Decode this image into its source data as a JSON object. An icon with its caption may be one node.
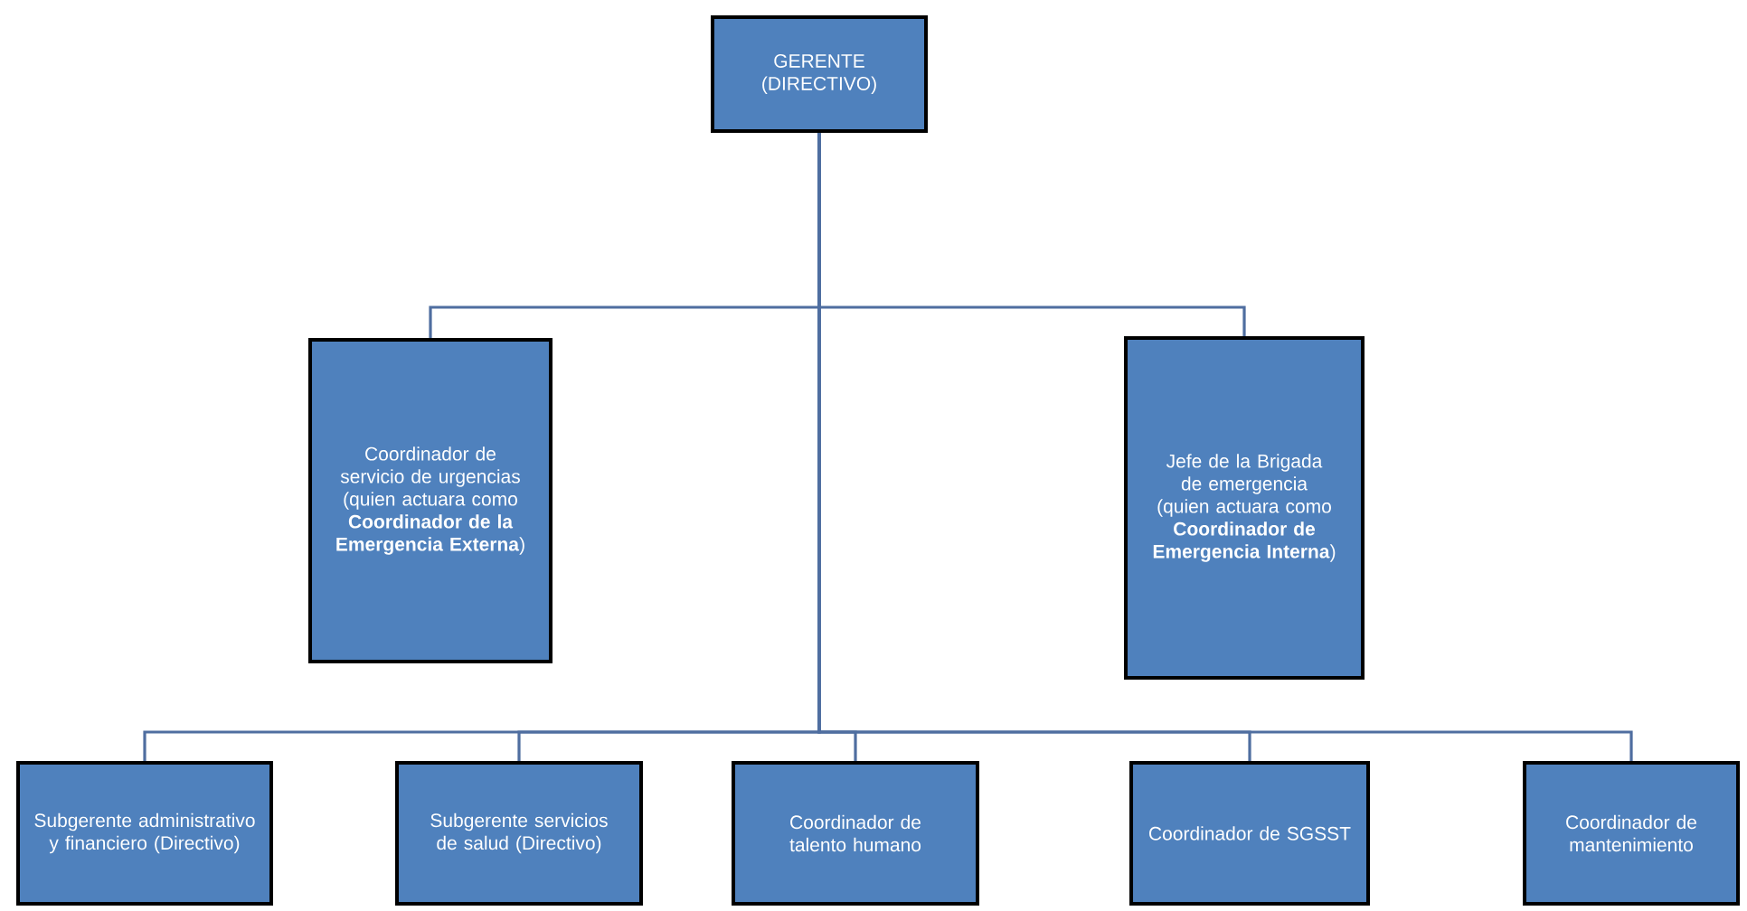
{
  "diagram": {
    "nodes": [
      {
        "text": [
          "GERENTE (DIRECTIVO)"
        ]
      },
      {
        "text": [
          "Coordinador de servicio de urgencias (quien actuara como **Coordinador de la Emergencia Externa**)"
        ]
      },
      {
        "text": [
          "Jefe de la Brigada de emergencia (quien actuara como **Coordinador de Emergencia Interna**)"
        ]
      },
      {
        "text": [
          "Subgerente administrativo y financiero (Directivo)"
        ]
      },
      {
        "text": [
          "Subgerente servicios de salud (Directivo)"
        ]
      },
      {
        "text": [
          "Coordinador de talento humano"
        ]
      },
      {
        "text": [
          "Coordinador de SGSST"
        ]
      },
      {
        "text": [
          "Coordinador de mantenimiento"
        ]
      }
    ],
    "edges": [
      {
        "from": 0,
        "to": 1,
        "arrow": "none"
      },
      {
        "from": 0,
        "to": 2,
        "arrow": "none"
      },
      {
        "from": 0,
        "to": 3,
        "arrow": "none"
      },
      {
        "from": 0,
        "to": 4,
        "arrow": "none"
      },
      {
        "from": 0,
        "to": 5,
        "arrow": "none"
      },
      {
        "from": 0,
        "to": 6,
        "arrow": "none"
      },
      {
        "from": 0,
        "to": 7,
        "arrow": "none"
      }
    ]
  }
}
